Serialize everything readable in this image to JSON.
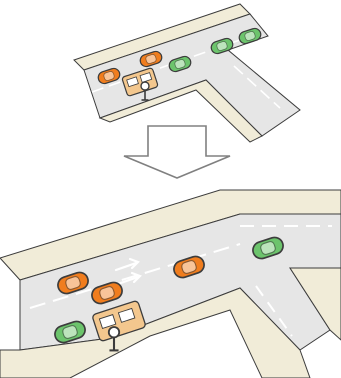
{
  "scenes": [
    {
      "id": "before",
      "car_colors": [
        "orange",
        "orange",
        "green",
        "green",
        "green"
      ]
    },
    {
      "id": "after",
      "car_colors": [
        "orange",
        "orange",
        "orange",
        "green",
        "green"
      ]
    }
  ],
  "colors": {
    "road": "#e6e6e6",
    "sidewalk": "#f1ecd8",
    "outline": "#3c3c3c",
    "lane_line": "#ffffff",
    "orange_car": "#f07d1e",
    "green_car": "#6cc46c",
    "bus": "#f3c78e",
    "arrow_fill": "#ffffff",
    "arrow_stroke": "#808080"
  },
  "icons": [
    "bus-stop-sign-icon",
    "down-arrow-icon",
    "lane-direction-arrow-icon"
  ]
}
